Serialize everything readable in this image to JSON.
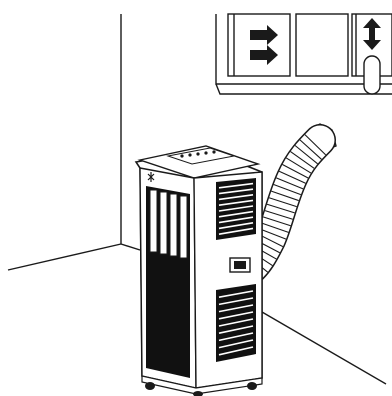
{
  "scene": {
    "subject": "portable-air-conditioner",
    "colors": {
      "background": "#ffffff",
      "line": "#1a1a1a",
      "unit_body": "#ffffff",
      "dark_panel": "#111111",
      "hose": "#ffffff",
      "arrow": "#1a1a1a"
    },
    "icons": {
      "window_arrows": "right-arrow",
      "window_vertical_arrow": "up-down-arrow"
    },
    "hose_ribs": 22,
    "side_grille_slots": 10
  }
}
